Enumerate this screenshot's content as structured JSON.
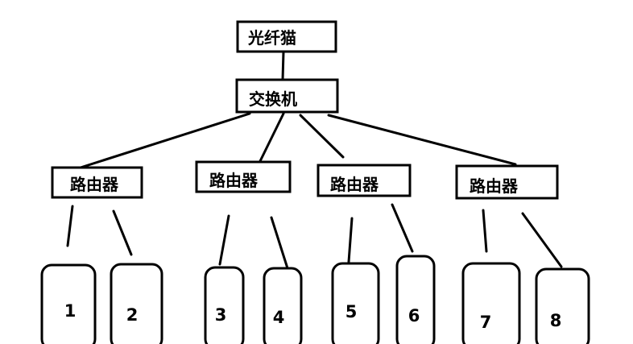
{
  "diagram": {
    "modem": {
      "label": "光纤猫"
    },
    "switch": {
      "label": "交换机"
    },
    "routers": [
      {
        "label": "路由器"
      },
      {
        "label": "路由器"
      },
      {
        "label": "路由器"
      },
      {
        "label": "路由器"
      }
    ],
    "devices": [
      {
        "label": "1"
      },
      {
        "label": "2"
      },
      {
        "label": "3"
      },
      {
        "label": "4"
      },
      {
        "label": "5"
      },
      {
        "label": "6"
      },
      {
        "label": "7"
      },
      {
        "label": "8"
      }
    ]
  }
}
